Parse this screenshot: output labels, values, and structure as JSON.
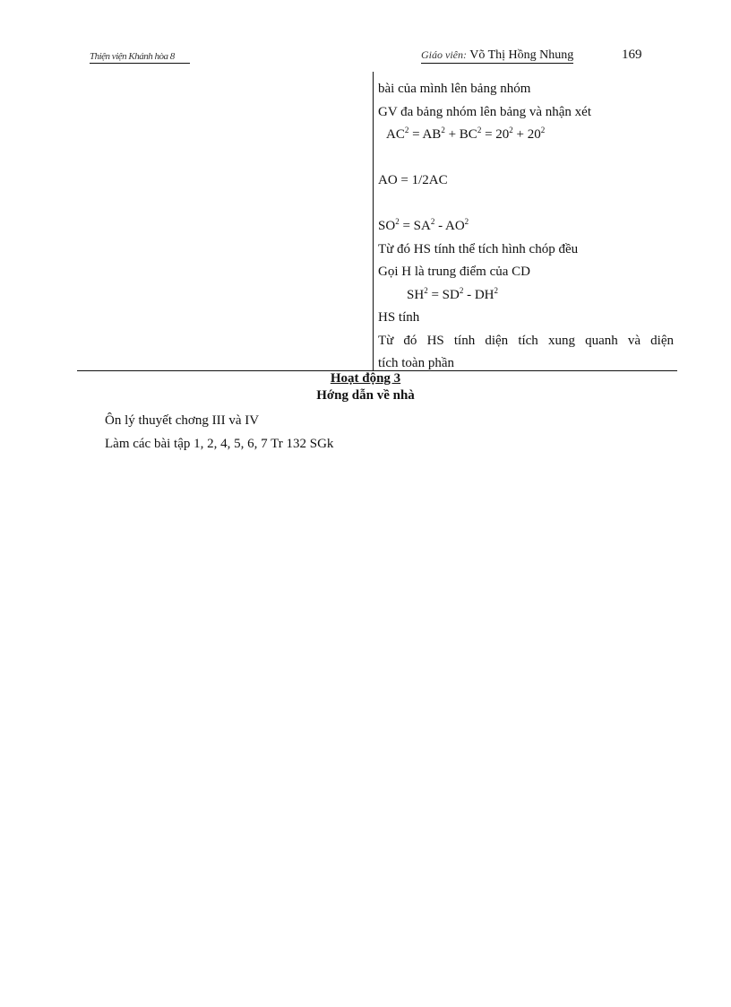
{
  "header": {
    "school": "Thiện viện Khánh hòa 8",
    "teacher_role": "Giáo viên:",
    "teacher_name": "Võ Thị Hồng Nhung",
    "page_number": "169"
  },
  "table": {
    "right_cell": {
      "line1": "bài của mình lên bảng nhóm",
      "line2": "GV đa   bảng nhóm lên bảng và nhận xét",
      "ac": {
        "a": "AC",
        "eq1": "= AB",
        "eq2": "+ BC",
        "eq3": "= 20",
        "eq4": "+ 20",
        "exp": "2"
      },
      "ao": "AO = 1/2AC",
      "so": {
        "a": "SO",
        "eq1": "= SA",
        "eq2": "- AO",
        "exp": "2"
      },
      "line_volume": "Từ đó HS tính thể tích hình chóp đều",
      "line_midpoint": "Gọi H là trung điểm của CD",
      "sh": {
        "a": "SH",
        "eq1": "= SD",
        "eq2": "- DH",
        "exp": "2"
      },
      "line_hs": "HS tính",
      "line_area1": "Từ đó HS tính diện tích xung quanh và diện",
      "line_area2": "tích toàn phần"
    }
  },
  "activity": {
    "title": "Hoạt động 3",
    "subtitle": "Hớng   dẫn về nhà"
  },
  "homework": {
    "line1": "Ôn lý thuyết chơng   III và IV",
    "line2": "Làm các bài tập 1, 2, 4, 5, 6, 7 Tr 132 SGk"
  }
}
